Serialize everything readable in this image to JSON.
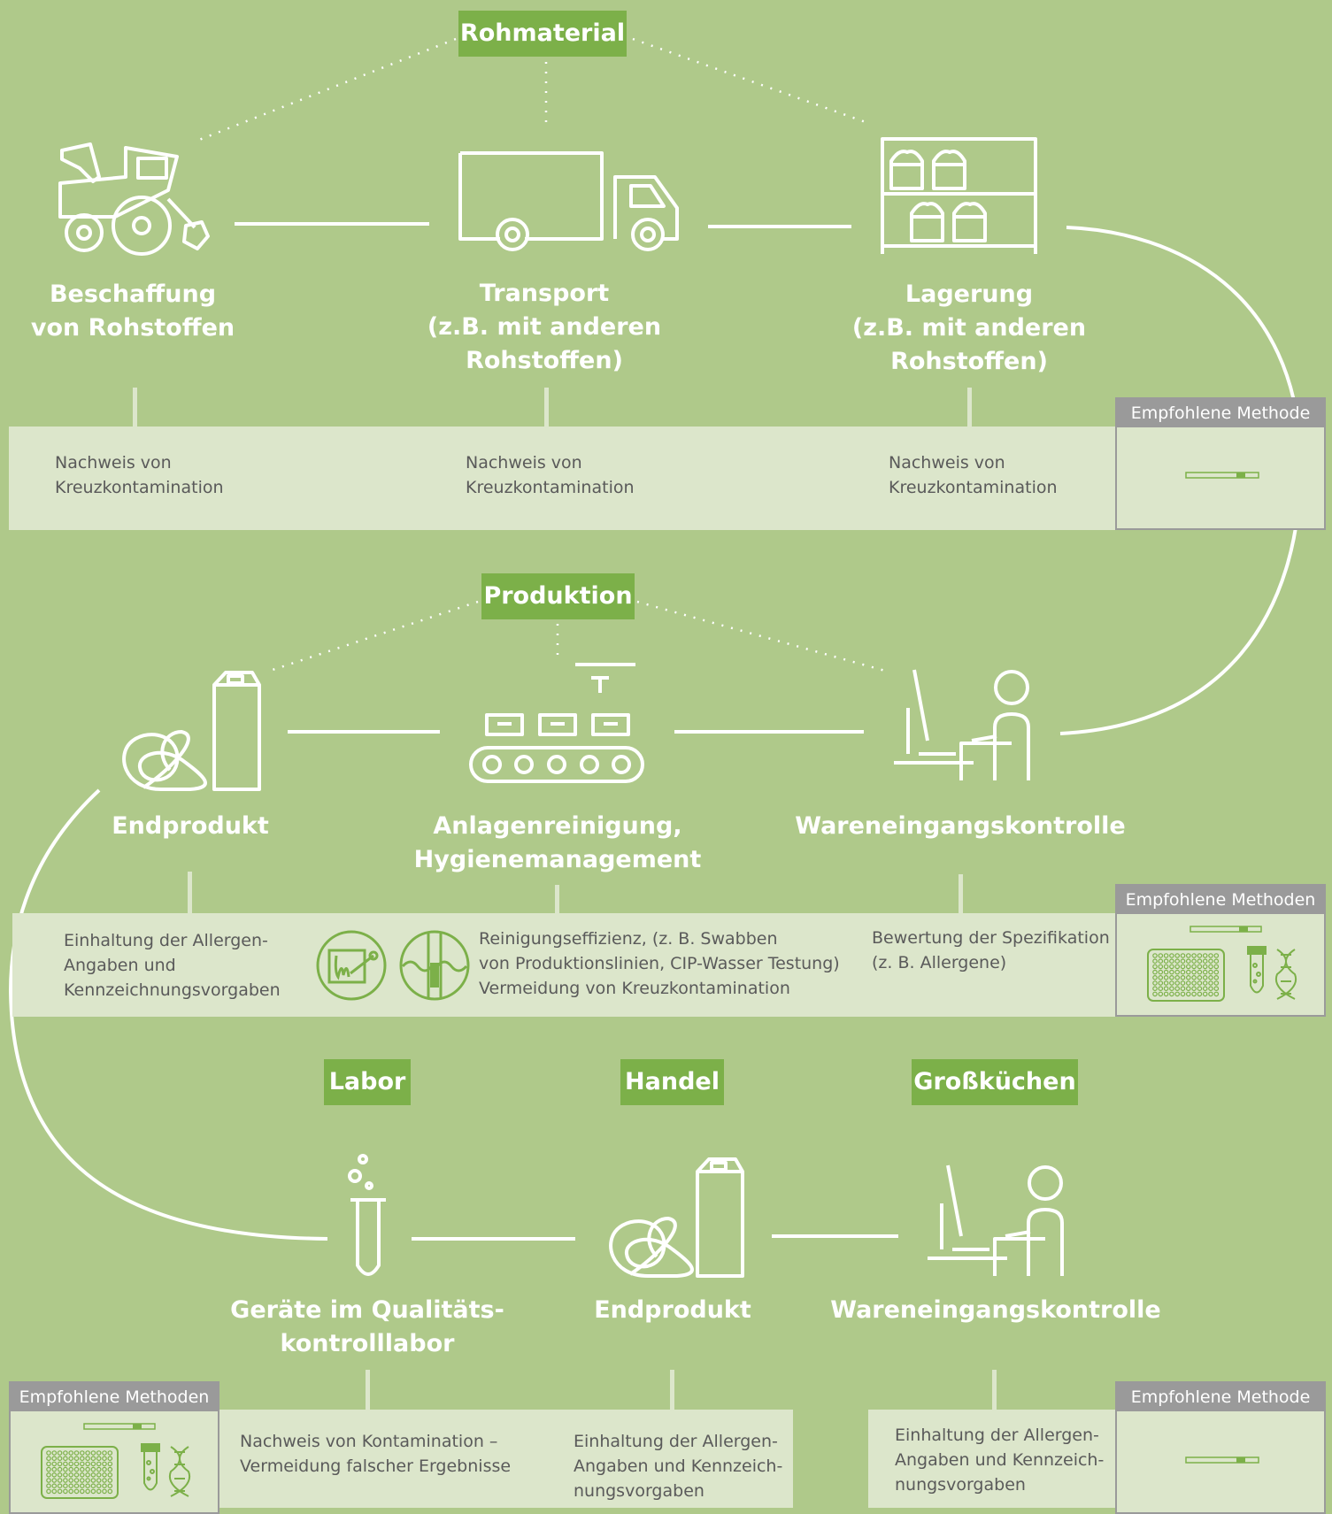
{
  "colors": {
    "background": "#afc98a",
    "label_green": "#7cb049",
    "band": "#dce6cb",
    "method_header": "#9a9a9a",
    "text": "#5a5a5a",
    "line": "#ffffff"
  },
  "sections": {
    "rohmaterial": "Rohmaterial",
    "produktion": "Produktion",
    "labor": "Labor",
    "handel": "Handel",
    "grosskuechen": "Großküchen"
  },
  "row1": {
    "stages": [
      {
        "title": "Beschaffung\nvon Rohstoffen",
        "icon": "tractor-icon"
      },
      {
        "title": "Transport\n(z.B. mit anderen\nRohstoffen)",
        "icon": "truck-icon"
      },
      {
        "title": "Lagerung\n(z.B. mit anderen\nRohstoffen)",
        "icon": "storage-shelf-icon"
      }
    ],
    "notes": [
      "Nachweis von\nKreuzkontamination",
      "Nachweis von\nKreuzkontamination",
      "Nachweis von\nKreuzkontamination"
    ],
    "method_header": "Empfohlene Methode",
    "method_icons": [
      "lateral-flow-strip-icon"
    ]
  },
  "row2": {
    "stages": [
      {
        "title": "Endprodukt",
        "icon": "pretzel-carton-icon"
      },
      {
        "title": "Anlagenreinigung,\nHygienemanagement",
        "icon": "conveyor-belt-icon"
      },
      {
        "title": "Wareneingangskontrolle",
        "icon": "person-at-desk-icon"
      }
    ],
    "notes": [
      "Einhaltung der Allergen-\nAngaben und\nKennzeichnungsvorgaben",
      "Reinigungseffizienz, (z. B. Swabben\nvon Produktionslinien, CIP-Wasser Testung)\nVermeidung von Kreuzkontamination",
      "Bewertung der Spezifikation\n(z. B. Allergene)"
    ],
    "note_icons": [
      "swab-test-icon",
      "cip-water-icon"
    ],
    "method_header": "Empfohlene Methoden",
    "method_icons": [
      "lateral-flow-strip-icon",
      "elisa-plate-icon",
      "test-tube-icon",
      "dna-icon"
    ]
  },
  "row3": {
    "stages": [
      {
        "title": "Geräte im Qualitäts-\nkontrolllabor",
        "icon": "test-tube-bubbles-icon"
      },
      {
        "title": "Endprodukt",
        "icon": "pretzel-carton-icon"
      },
      {
        "title": "Wareneingangskontrolle",
        "icon": "person-at-desk-icon"
      }
    ],
    "notes": [
      "Nachweis von Kontamination –\nVermeidung falscher Ergebnisse",
      "Einhaltung der Allergen-\nAngaben und Kennzeich-\nnungsvorgaben",
      "Einhaltung der Allergen-\nAngaben und Kennzeich-\nnungsvorgaben"
    ],
    "method_left_header": "Empfohlene Methoden",
    "method_left_icons": [
      "lateral-flow-strip-icon",
      "elisa-plate-icon",
      "test-tube-icon",
      "dna-icon"
    ],
    "method_right_header": "Empfohlene Methode",
    "method_right_icons": [
      "lateral-flow-strip-icon"
    ]
  }
}
